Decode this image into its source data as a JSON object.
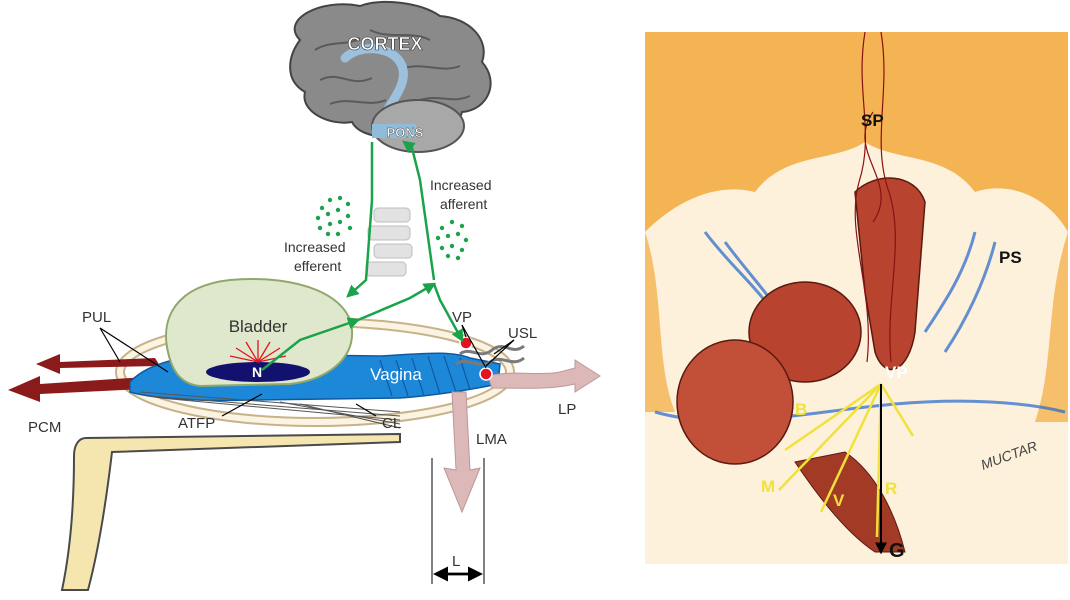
{
  "left_diagram": {
    "brain": {
      "cortex_label": "CORTEX",
      "pons_label": "PONS"
    },
    "annotations": {
      "increased_afferent": [
        "Increased",
        "afferent"
      ],
      "increased_efferent": [
        "Increased",
        "efferent"
      ]
    },
    "organs": {
      "bladder": "Bladder",
      "vagina": "Vagina",
      "nerve_ending": "N"
    },
    "structures": {
      "pul": "PUL",
      "pcm": "PCM",
      "atfp": "ATFP",
      "cl": "CL",
      "vp": "VP",
      "usl": "USL",
      "lp": "LP",
      "lma": "LMA",
      "l": "L"
    },
    "colors": {
      "nerve_path": "#1aa34a",
      "bladder_fill": "#dfe8cc",
      "vagina_fill": "#1e88d8",
      "muscle_arrow": "#8b1a1a",
      "ligament_arrow": "#dcb8b8",
      "speculum": "#f5e6b0",
      "node": "#e3131f",
      "nerve_ending_fill": "#12126e"
    }
  },
  "right_illustration": {
    "labels": {
      "sp": "SP",
      "ps": "PS",
      "vp": "VP",
      "b": "B",
      "m": "M",
      "v": "V",
      "r": "R",
      "g": "G",
      "signature": "MUCTAR"
    },
    "colors": {
      "background": "#f2a93b",
      "organ": "#b8432e",
      "nerve_highlight": "#f0e23a",
      "nerve_blue": "#2266cc",
      "text_dark": "#111111",
      "text_yellow": "#f0e23a"
    }
  }
}
